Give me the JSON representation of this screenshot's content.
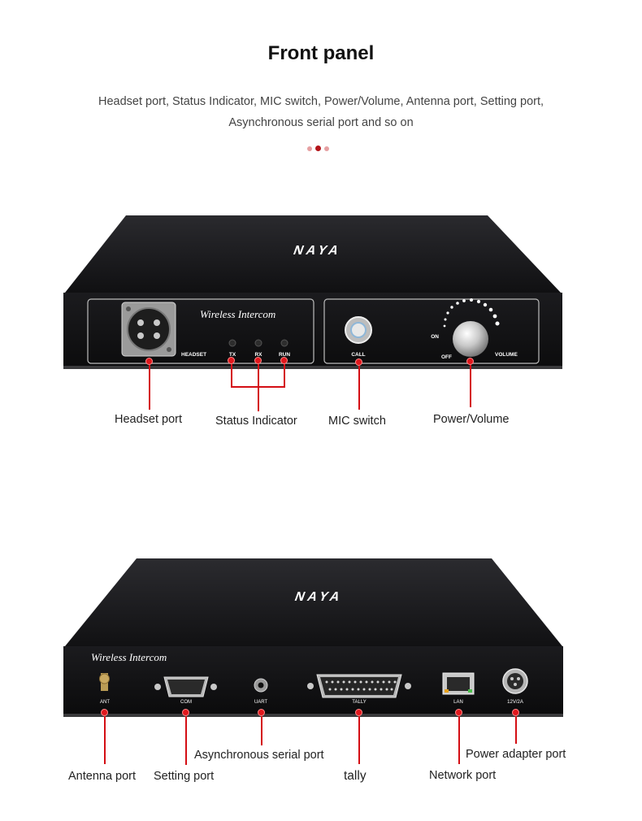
{
  "header": {
    "title": "Front panel",
    "description_line1": "Headset port, Status Indicator, MIC switch, Power/Volume, Antenna port,  Setting port,",
    "description_line2": "Asynchronous serial port and so on"
  },
  "colors": {
    "accent_red": "#d40e14",
    "dot_light": "#e6a0a2",
    "device_body": "#151517"
  },
  "front_device": {
    "brand": "NAYA",
    "panel_title": "Wireless  Intercom",
    "headset_label": "HEADSET",
    "led_labels": [
      "TX",
      "RX",
      "RUN"
    ],
    "call_label": "CALL",
    "on_label": "ON",
    "off_label": "OFF",
    "volume_label": "VOLUME"
  },
  "rear_device": {
    "brand": "NAYA",
    "panel_title": "Wireless  Intercom",
    "port_labels": {
      "ant": "ANT",
      "com": "COM",
      "uart": "UART",
      "tally": "TALLY",
      "lan": "LAN",
      "power": "12V/2A"
    }
  },
  "callouts_front": {
    "headset_port": "Headset port",
    "status_indicator": "Status Indicator",
    "mic_switch": "MIC switch",
    "power_volume": "Power/Volume"
  },
  "callouts_rear": {
    "antenna_port": "Antenna port",
    "setting_port": "Setting port",
    "async_serial_port": "Asynchronous serial port",
    "tally": "tally",
    "network_port": "Network port",
    "power_adapter_port": "Power adapter port"
  }
}
